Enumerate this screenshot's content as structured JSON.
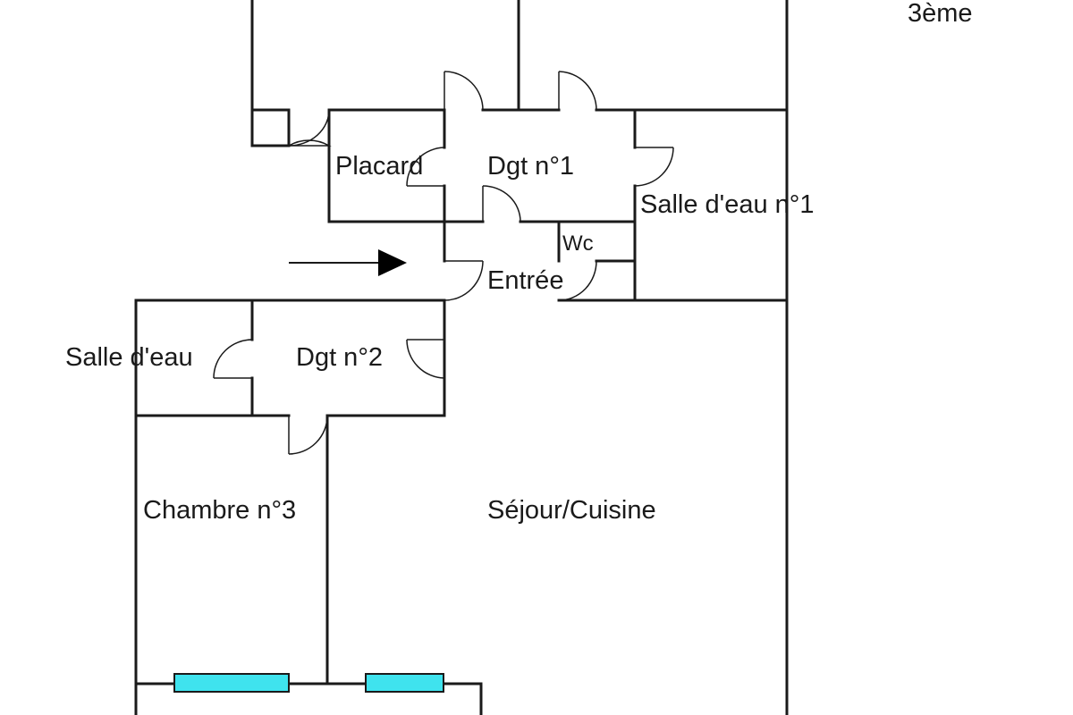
{
  "floor_label": "3ème",
  "rooms": {
    "placard": "Placard",
    "degagement_1": "Dgt n°1",
    "salle_eau_1": "Salle d'eau n°1",
    "wc": "Wc",
    "entree": "Entrée",
    "salle_eau": "Salle d'eau",
    "degagement_2": "Dgt n°2",
    "chambre_3": "Chambre n°3",
    "sejour_cuisine": "Séjour/Cuisine"
  },
  "colors": {
    "wall": "#1a1a1a",
    "window": "#3fe3ee",
    "background": "#ffffff"
  }
}
